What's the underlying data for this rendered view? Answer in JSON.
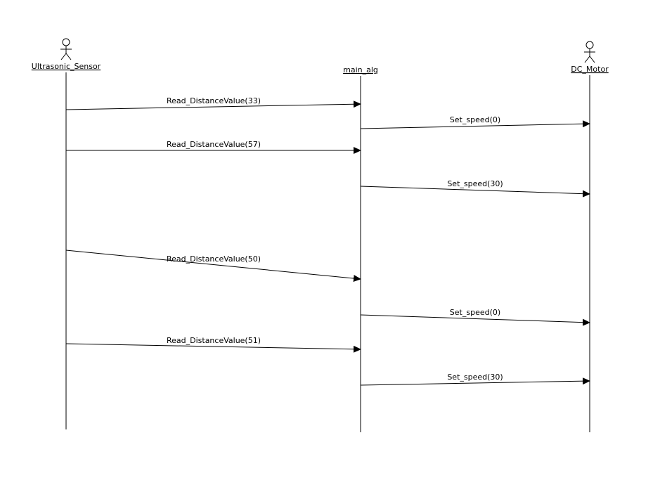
{
  "diagram": {
    "type": "sequence",
    "colors": {
      "line": "#000000",
      "background": "#ffffff"
    },
    "participants": [
      {
        "id": "sensor",
        "label": "Ultrasonic_Sensor",
        "kind": "actor"
      },
      {
        "id": "main",
        "label": "main_alg",
        "kind": "object"
      },
      {
        "id": "motor",
        "label": "DC_Motor",
        "kind": "actor"
      }
    ],
    "messages": [
      {
        "from": "sensor",
        "to": "main",
        "label": "Read_DistanceValue(33)"
      },
      {
        "from": "main",
        "to": "motor",
        "label": "Set_speed(0)"
      },
      {
        "from": "sensor",
        "to": "main",
        "label": "Read_DistanceValue(57)"
      },
      {
        "from": "main",
        "to": "motor",
        "label": "Set_speed(30)"
      },
      {
        "from": "sensor",
        "to": "main",
        "label": "Read_DistanceValue(50)"
      },
      {
        "from": "main",
        "to": "motor",
        "label": "Set_speed(0)"
      },
      {
        "from": "sensor",
        "to": "main",
        "label": "Read_DistanceValue(51)"
      },
      {
        "from": "main",
        "to": "motor",
        "label": "Set_speed(30)"
      }
    ]
  }
}
